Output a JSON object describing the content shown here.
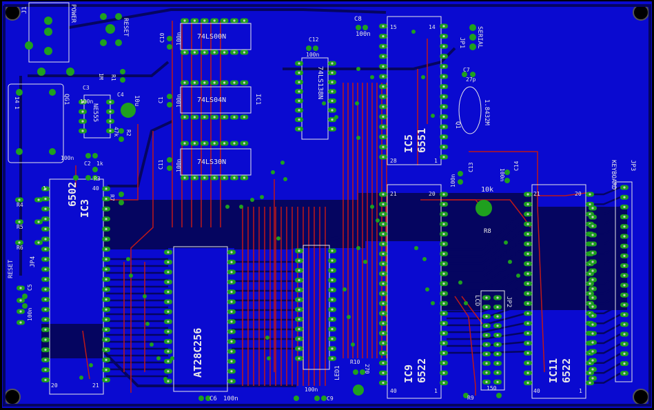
{
  "colors": {
    "board": "#0a0ad0",
    "background": "#000000",
    "pad": "#1fa01f",
    "pad_hole": "#c9c9c9",
    "trace_top": "#c01818",
    "trace_bottom": "#050560",
    "silkscreen": "#e8e8e8"
  },
  "chips": [
    {
      "name": "6502",
      "label": "IC3",
      "orientation": "vertical",
      "pin_first": "1",
      "pin_last": "20",
      "pin_a": "40",
      "pin_b": "21"
    },
    {
      "name": "AT28C256",
      "label": "",
      "orientation": "vertical",
      "pin_first": "",
      "pin_last": "",
      "pin_a": "",
      "pin_b": ""
    },
    {
      "name": "6551",
      "label": "IC5",
      "orientation": "vertical",
      "pin_first": "15",
      "pin_last": "28",
      "pin_a": "14",
      "pin_b": "1"
    },
    {
      "name": "6522",
      "label": "IC9",
      "orientation": "vertical",
      "pin_first": "21",
      "pin_last": "40",
      "pin_a": "20",
      "pin_b": "1"
    },
    {
      "name": "6522",
      "label": "IC11",
      "orientation": "vertical",
      "pin_first": "21",
      "pin_last": "40",
      "pin_a": "20",
      "pin_b": "1"
    },
    {
      "name": "74LS00N",
      "label": "",
      "orientation": "horizontal"
    },
    {
      "name": "74LS04N",
      "label": "IC1",
      "orientation": "horizontal"
    },
    {
      "name": "74LS30N",
      "label": "",
      "orientation": "horizontal"
    },
    {
      "name": "74LS138N",
      "label": "",
      "orientation": "vertical"
    },
    {
      "name": "NE555",
      "label": "",
      "orientation": "vertical"
    }
  ],
  "labels": {
    "j1": "J1",
    "power": "POWER",
    "reset_top": "RESET",
    "reset_left": "RESET",
    "jp4": "JP4",
    "jp1": "JP1",
    "serial": "SERIAL",
    "jp2": "JP2",
    "lcd": "LCD",
    "jp3": "JP3",
    "keyboard": "KEYBOARD",
    "led1": "LED1",
    "qg1": "QG1",
    "q1": "Q1",
    "crystal": "1.8432M",
    "r8": "R8",
    "r8_value": "10k",
    "pot_14": "14",
    "pot_1": "1",
    "r1": "R1",
    "r1_val": "1M",
    "r2": "R2",
    "r2_val": "47k",
    "r3": "R3",
    "r3_val": "1k",
    "r4": "R4",
    "r5": "R5",
    "r6": "R6",
    "r7": "R7",
    "r9": "R9",
    "r9_val": "150",
    "r10": "R10",
    "r10_val": "270",
    "c1": "C1",
    "c1_val": "100n",
    "c2": "C2",
    "c3": "C3",
    "c3_val": "100n",
    "c4": "C4",
    "c4_val": "10u",
    "c5": "C5",
    "c5_val": "100n",
    "c6": "C6",
    "c6_val": "100n",
    "c7": "C7",
    "c7_val": "27p",
    "c8": "C8",
    "c8_val": "100n",
    "c9": "C9",
    "c9_val": "100n",
    "c10": "C10",
    "c10_val": "100n",
    "c11": "C11",
    "c11_val": "100n",
    "c12": "C12",
    "c12_val": "100n",
    "c13": "C13",
    "c13_val": "100n",
    "c14": "C14",
    "c14_val": "100n",
    "c2_val": "100n",
    "ic3_pin1": "1",
    "ic3_pin20": "20",
    "ic3_pin40": "40",
    "ic3_pin21": "21",
    "ic5_pin15": "15",
    "ic5_pin14": "14",
    "ic5_pin28": "28",
    "ic5_pin1": "1",
    "ic9_pin21": "21",
    "ic9_pin20": "20",
    "ic9_pin40": "40",
    "ic9_pin1": "1",
    "ic11_pin21": "21",
    "ic11_pin20": "20",
    "ic11_pin40": "40",
    "ic11_pin1": "1"
  }
}
